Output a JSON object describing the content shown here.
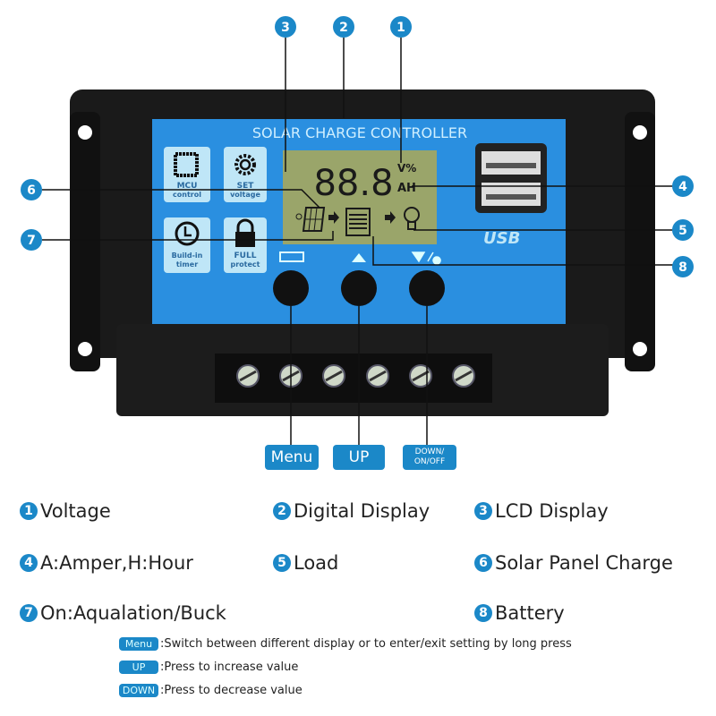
{
  "device": {
    "title": "SOLAR CHARGE CONTROLLER",
    "lcd_digits": "88.8",
    "lcd_units_top": "V%",
    "lcd_units_bottom": "AH",
    "tiles": [
      {
        "icon": "chip-icon",
        "line1": "MCU",
        "line2": "control"
      },
      {
        "icon": "gear-icon",
        "line1": "SET",
        "line2": "voltage"
      },
      {
        "icon": "clock-icon",
        "line1": "Build-in",
        "line2": "timer"
      },
      {
        "icon": "lock-icon",
        "line1": "FULL",
        "line2": "protect"
      }
    ],
    "usb_label": "USB"
  },
  "callouts": [
    "1",
    "2",
    "3",
    "4",
    "5",
    "6",
    "7",
    "8"
  ],
  "button_labels": {
    "menu": "Menu",
    "up": "UP",
    "down_line1": "DOWN/",
    "down_line2": "ON/OFF"
  },
  "legend": [
    {
      "num": "1",
      "text": "Voltage"
    },
    {
      "num": "2",
      "text": "Digital Display"
    },
    {
      "num": "3",
      "text": "LCD Display"
    },
    {
      "num": "4",
      "text": "A:Amper,H:Hour"
    },
    {
      "num": "5",
      "text": "Load"
    },
    {
      "num": "6",
      "text": "Solar Panel Charge"
    },
    {
      "num": "7",
      "text": "On:Aqualation/Buck"
    },
    {
      "num": "8",
      "text": "Battery"
    }
  ],
  "notes": [
    {
      "tag": "Menu",
      "text": ":Switch between different display or to enter/exit setting by long press"
    },
    {
      "tag": "UP",
      "text": ":Press to increase value"
    },
    {
      "tag": "DOWN",
      "text": ":Press to decrease value"
    }
  ],
  "colors": {
    "accent": "#1b88c8",
    "panel": "#2a8fe0",
    "lcd": "#9aa56a",
    "body": "#151515"
  }
}
